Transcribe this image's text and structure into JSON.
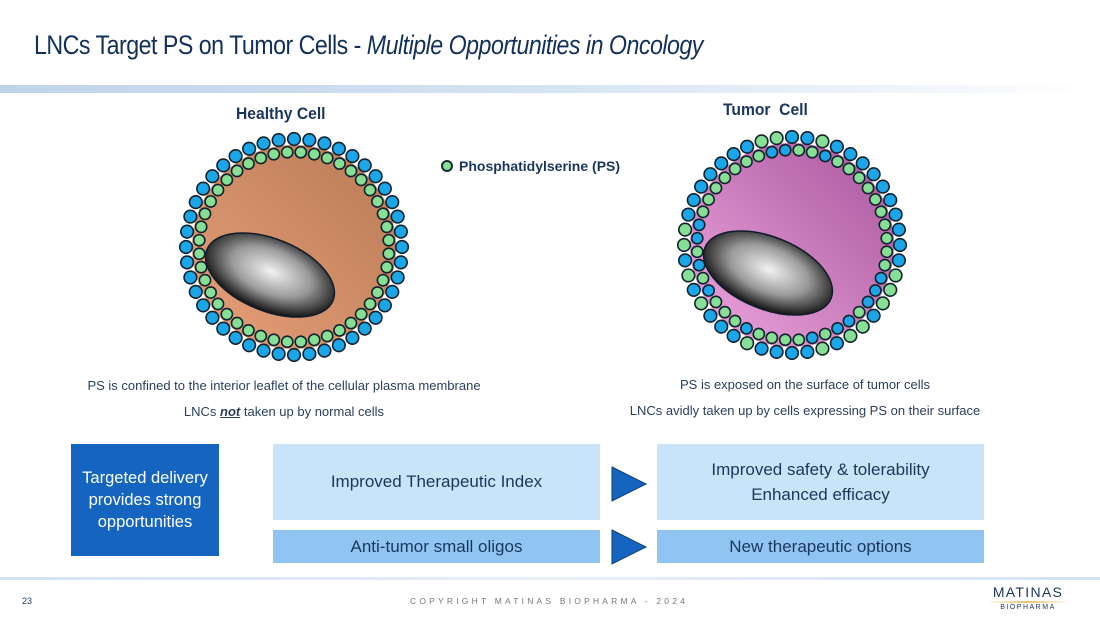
{
  "slide": {
    "title_main": "LNCs Target PS on Tumor Cells - ",
    "title_sub": "Multiple Opportunities in Oncology",
    "page_number": "23",
    "copyright": "COPYRIGHT MATINAS BIOPHARMA - 2024"
  },
  "logo": {
    "name": "MATINAS",
    "sub": "BIOPHARMA"
  },
  "healthy_cell": {
    "label": "Healthy Cell",
    "caption_line1": "PS is confined to the interior leaflet of the cellular plasma membrane",
    "caption_line2_pre": "LNCs ",
    "caption_line2_emph": "not",
    "caption_line2_post": " taken up by normal cells",
    "cytoplasm_color_light": "#e8a07a",
    "cytoplasm_color_dark": "#b77a55",
    "ps_location": "inner"
  },
  "tumor_cell": {
    "label": "Tumor  Cell",
    "caption_line1": "PS is exposed on the surface of tumor cells",
    "caption_line2": "LNCs avidly taken up by cells expressing PS on their surface",
    "cytoplasm_color_light": "#eea7df",
    "cytoplasm_color_dark": "#a8559c",
    "ps_location": "mixed"
  },
  "legend": {
    "label": "Phosphatidylserine (PS)",
    "ps_color": "#86df95",
    "lipid_color": "#1aa6e8"
  },
  "flow": {
    "source": "Targeted delivery provides strong opportunities",
    "rows": [
      {
        "left": "Improved Therapeutic Index",
        "right_line1": "Improved safety & tolerability",
        "right_line2": "Enhanced efficacy"
      },
      {
        "left": "Anti-tumor small oligos",
        "right_line1": "New therapeutic options",
        "right_line2": ""
      }
    ]
  }
}
